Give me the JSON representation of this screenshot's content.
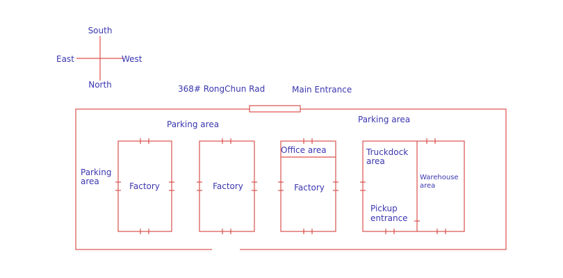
{
  "compass": {
    "top": "South",
    "left": "East",
    "right": "West",
    "bottom": "North"
  },
  "address": "368# RongChun Rad",
  "main_entrance": "Main Entrance",
  "parking_left": [
    "Parking",
    "area"
  ],
  "parking_middle": "Parking area",
  "parking_right": "Parking area",
  "buildings": {
    "factory_1": "Factory",
    "factory_2": "Factory",
    "factory_3": "Factory",
    "office": "Office area",
    "truckdock": [
      "Truckdock",
      "area"
    ],
    "pickup": [
      "Pickup",
      "entrance"
    ],
    "warehouse": [
      "Warehouse",
      "area"
    ]
  },
  "colors": {
    "line": "#d9504c",
    "text": "#3a36b0",
    "background": "#ffffff"
  }
}
